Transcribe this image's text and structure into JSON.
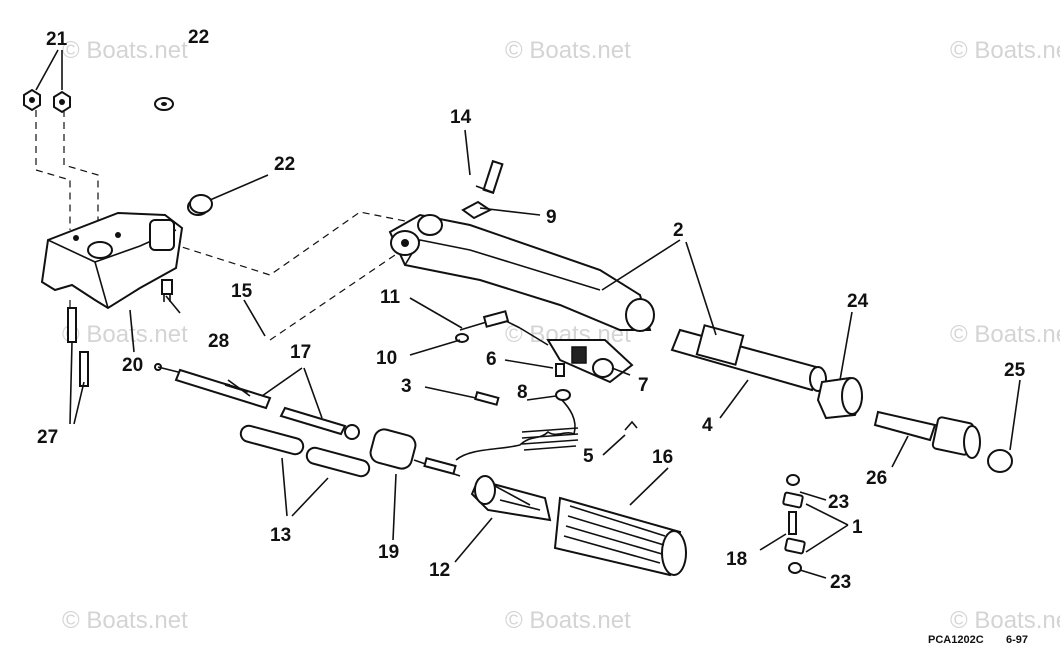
{
  "watermark": "© Boats.net",
  "drawing_code": "PCA1202C",
  "drawing_date": "6-97",
  "callouts": [
    "1",
    "2",
    "3",
    "4",
    "5",
    "6",
    "7",
    "8",
    "9",
    "10",
    "11",
    "12",
    "13",
    "14",
    "15",
    "16",
    "17",
    "18",
    "19",
    "20",
    "21",
    "22",
    "23",
    "24",
    "25",
    "26",
    "27",
    "28"
  ]
}
